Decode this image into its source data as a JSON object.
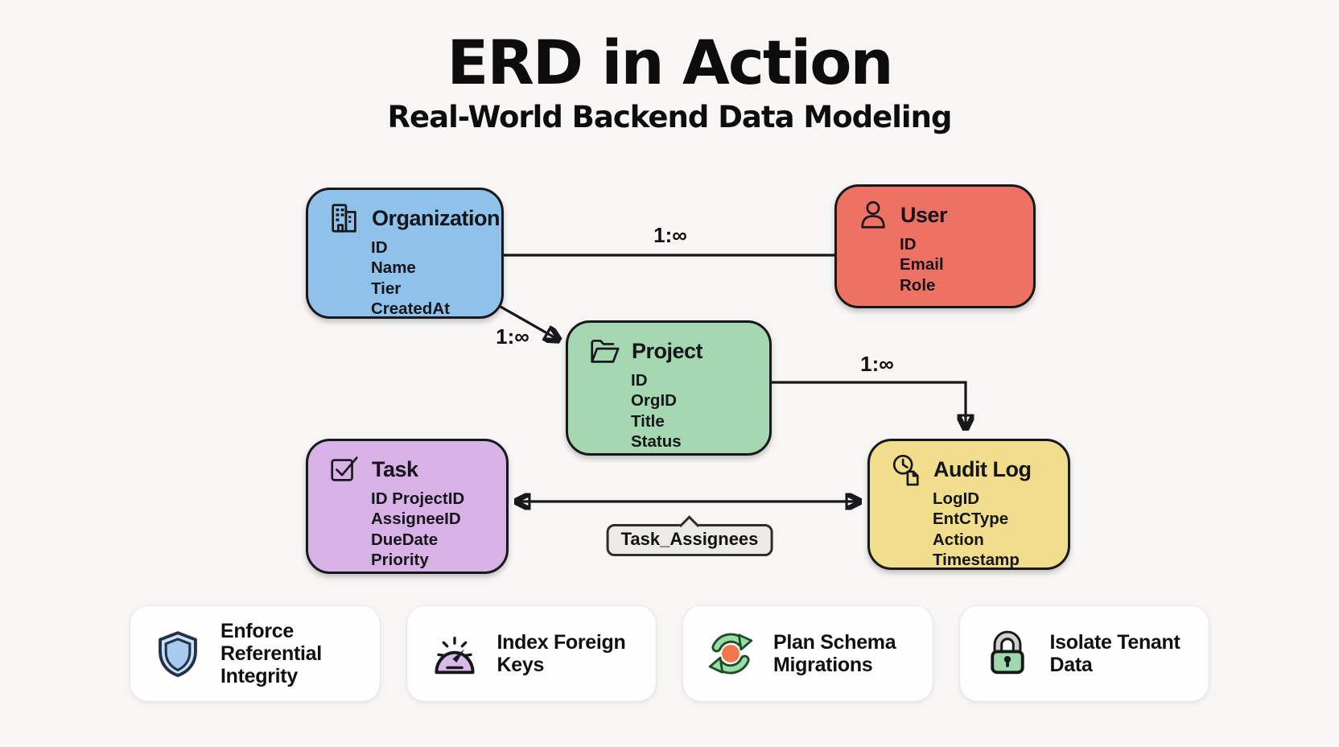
{
  "header": {
    "title": "ERD in Action",
    "subtitle": "Real-World Backend Data Modeling"
  },
  "entities": [
    {
      "name": "Organization",
      "icon": "building-icon",
      "color": "#8ec2ea",
      "fields": [
        "ID",
        "Name",
        "Tier",
        "CreatedAt"
      ]
    },
    {
      "name": "User",
      "icon": "user-icon",
      "color": "#ed7264",
      "fields": [
        "ID",
        "Email",
        "Role"
      ]
    },
    {
      "name": "Project",
      "icon": "folder-icon",
      "color": "#a5d7b0",
      "fields": [
        "ID",
        "OrgID",
        "Title",
        "Status"
      ]
    },
    {
      "name": "Task",
      "icon": "checkbox-icon",
      "color": "#d8b2e6",
      "fields": [
        "ID ProjectID",
        "AssigneeID",
        "DueDate",
        "Priority"
      ]
    },
    {
      "name": "Audit Log",
      "icon": "clock-document-icon",
      "color": "#f0de8d",
      "fields": [
        "LogID",
        "EntCType",
        "Action",
        "Timestamp"
      ]
    }
  ],
  "relationships": [
    {
      "from": "Organization",
      "to": "User",
      "label": "1:∞"
    },
    {
      "from": "Organization",
      "to": "Project",
      "label": "1:∞"
    },
    {
      "from": "Project",
      "to": "Audit Log",
      "label": "1:∞"
    },
    {
      "from": "Task",
      "to": "Audit Log",
      "label": "Task_Assignees"
    }
  ],
  "practices": [
    {
      "label": "Enforce Referential Integrity",
      "icon": "shield-icon",
      "icon_color": "#a9c9ef"
    },
    {
      "label": "Index Foreign Keys",
      "icon": "gauge-icon",
      "icon_color": "#d9b9e8"
    },
    {
      "label": "Plan Schema Migrations",
      "icon": "refresh-icon",
      "icon_color": "#9bdca6",
      "accent_color": "#f4764f"
    },
    {
      "label": "Isolate Tenant Data",
      "icon": "lock-icon",
      "icon_color": "#9ed8ad"
    }
  ]
}
